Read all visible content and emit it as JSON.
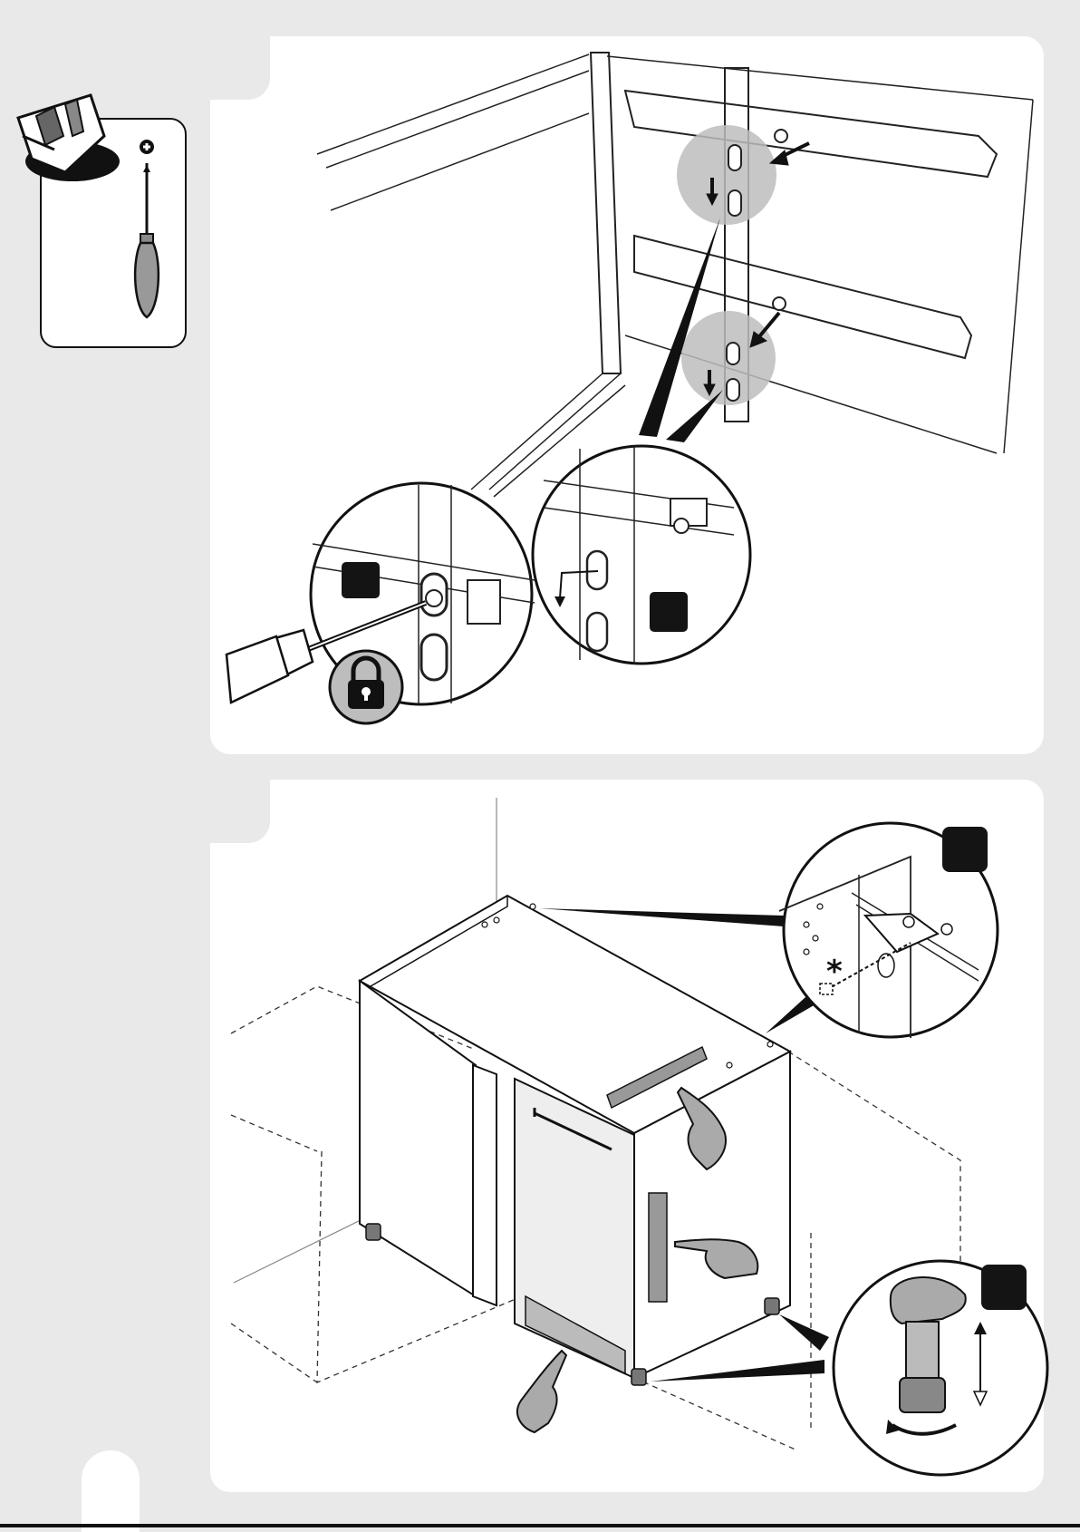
{
  "page": {
    "title": "",
    "background": "#e9e9e9",
    "panel_color": "#ffffff",
    "accent_gray": "#b7b7b7"
  },
  "tools": {
    "items": [
      {
        "icon": "toolbox-icon"
      },
      {
        "icon": "phillips-plus-icon",
        "symbol": "+"
      },
      {
        "icon": "screwdriver-icon"
      }
    ]
  },
  "step_top": {
    "callouts": [
      {
        "icon": "lock-icon"
      },
      {
        "icon": "screw-tighten-detail"
      },
      {
        "icon": "hook-detail"
      }
    ],
    "markers": [
      "",
      ""
    ]
  },
  "step_bottom": {
    "asterisk": "*",
    "callouts": [
      {
        "icon": "wall-bracket-detail"
      },
      {
        "icon": "adjustable-foot-detail"
      }
    ],
    "markers": [
      "",
      ""
    ],
    "hands": [
      {
        "icon": "pointing-hand-icon"
      },
      {
        "icon": "pointing-hand-icon"
      },
      {
        "icon": "pointing-hand-icon"
      }
    ]
  }
}
